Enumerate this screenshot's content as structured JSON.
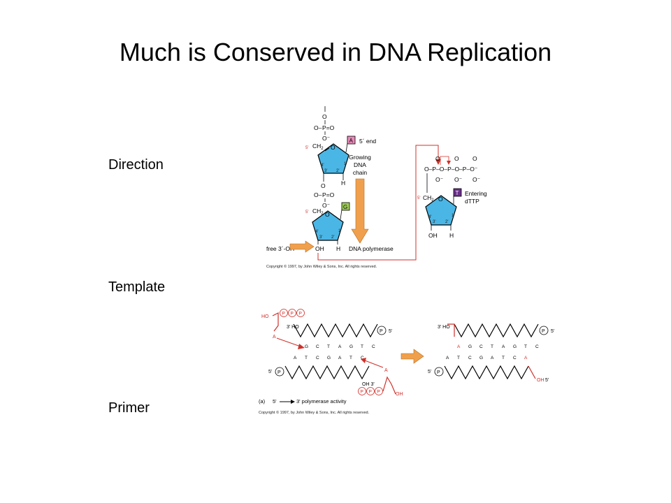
{
  "slide": {
    "title": "Much is Conserved in DNA Replication",
    "labels": {
      "direction": "Direction",
      "template": "Template",
      "primer": "Primer"
    }
  },
  "fig1": {
    "five_prime_end": "5´ end",
    "growing_chain": [
      "Growing",
      "DNA",
      "chain"
    ],
    "free_3_oh": "free 3´-OH",
    "dna_polymerase": "DNA polymerase",
    "entering_dttp": [
      "Entering",
      "dTTP"
    ],
    "base_a": "A",
    "base_g": "G",
    "base_t": "T",
    "oh": "OH",
    "h": "H",
    "copyright": "Copyright © 1997, by John Wiley & Sons, Inc. All rights reserved."
  },
  "fig2": {
    "template_bases": [
      "G",
      "C",
      "T",
      "A",
      "G",
      "T",
      "C"
    ],
    "primer_bases": [
      "A",
      "T",
      "C",
      "G",
      "A",
      "T",
      "C"
    ],
    "result_top": [
      "A",
      "G",
      "C",
      "T",
      "A",
      "G",
      "T",
      "C"
    ],
    "result_bottom": [
      "A",
      "T",
      "C",
      "G",
      "A",
      "T",
      "C",
      "A"
    ],
    "ho": "HO",
    "three_prime_ho": "3' HO",
    "five_prime": "5'",
    "oh_three": "OH 3'",
    "p": "P",
    "oh": "OH",
    "a": "A",
    "caption_a": "(a)",
    "caption_5": "5'",
    "caption_3": "3' polymerase activity",
    "copyright": "Copyright © 1997, by John Wiley & Sons, Inc. All rights reserved."
  },
  "colors": {
    "sugar": "#4ab6e6",
    "base_a": "#e98ab8",
    "base_g": "#9fcd5a",
    "base_t": "#6b2f8a",
    "arrow": "#f0a04c",
    "red": "#d0302a"
  }
}
